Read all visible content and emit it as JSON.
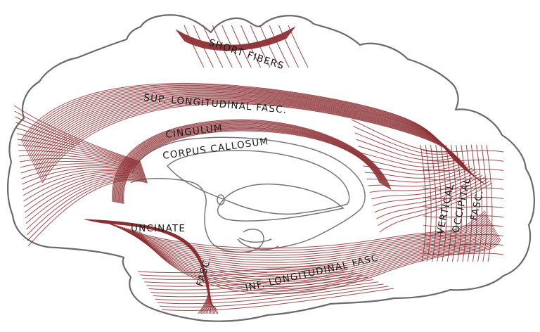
{
  "colors": {
    "fiber": "#8b2f32",
    "outline": "#6a6a6a",
    "background": "#ffffff"
  },
  "labels": {
    "short_fibers": "SHORT  FIBERS",
    "sup_long": "SUP.  LONGITUDINAL  FASC.",
    "cingulum": "CINGULUM",
    "corpus": "CORPUS   CALLOSUM",
    "uncinate": "UNCINATE",
    "fasc": "FASC.",
    "inf_long": "INF.  LONGITUDINAL  FASC.",
    "vert1": "VERTICAL",
    "vert2": "OCCIPITAL",
    "vert3": "FASC."
  }
}
